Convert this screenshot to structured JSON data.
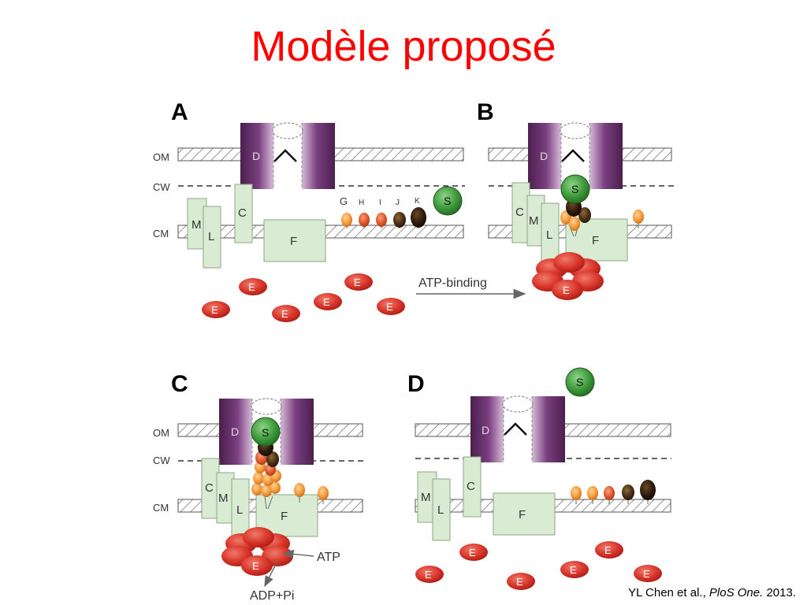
{
  "slide": {
    "title": "Modèle proposé",
    "citation": {
      "authors": "YL Chen et al., ",
      "journal": "PloS One.",
      "year": " 2013."
    }
  },
  "diagram": {
    "panels": [
      {
        "letter": "A",
        "arrow_label": "ATP-binding"
      },
      {
        "letter": "B"
      },
      {
        "letter": "C",
        "atp_label": "ATP",
        "adp_label": "ADP+Pi"
      },
      {
        "letter": "D"
      }
    ],
    "membrane_labels": {
      "om": "OM",
      "cw": "CW",
      "cm": "CM"
    },
    "protein_labels": {
      "d": "D",
      "c": "C",
      "m": "M",
      "l": "L",
      "f": "F",
      "e": "E",
      "s": "S",
      "g": "G",
      "h": "H",
      "i": "I",
      "j": "J",
      "k": "K"
    },
    "colors": {
      "title": "#ff0000",
      "membrane_stroke": "#555555",
      "protein_fill": "#d9ecd3",
      "protein_stroke": "#8aa882",
      "channel_dark": "#5c2a5e",
      "channel_light": "#c9a9cf",
      "e_fill": "#d8352a",
      "s_fill": "#3e9a3a",
      "orange_bead": "#f39a3a",
      "red_bead": "#e0552a",
      "brown_bead": "#4b2e14"
    }
  }
}
